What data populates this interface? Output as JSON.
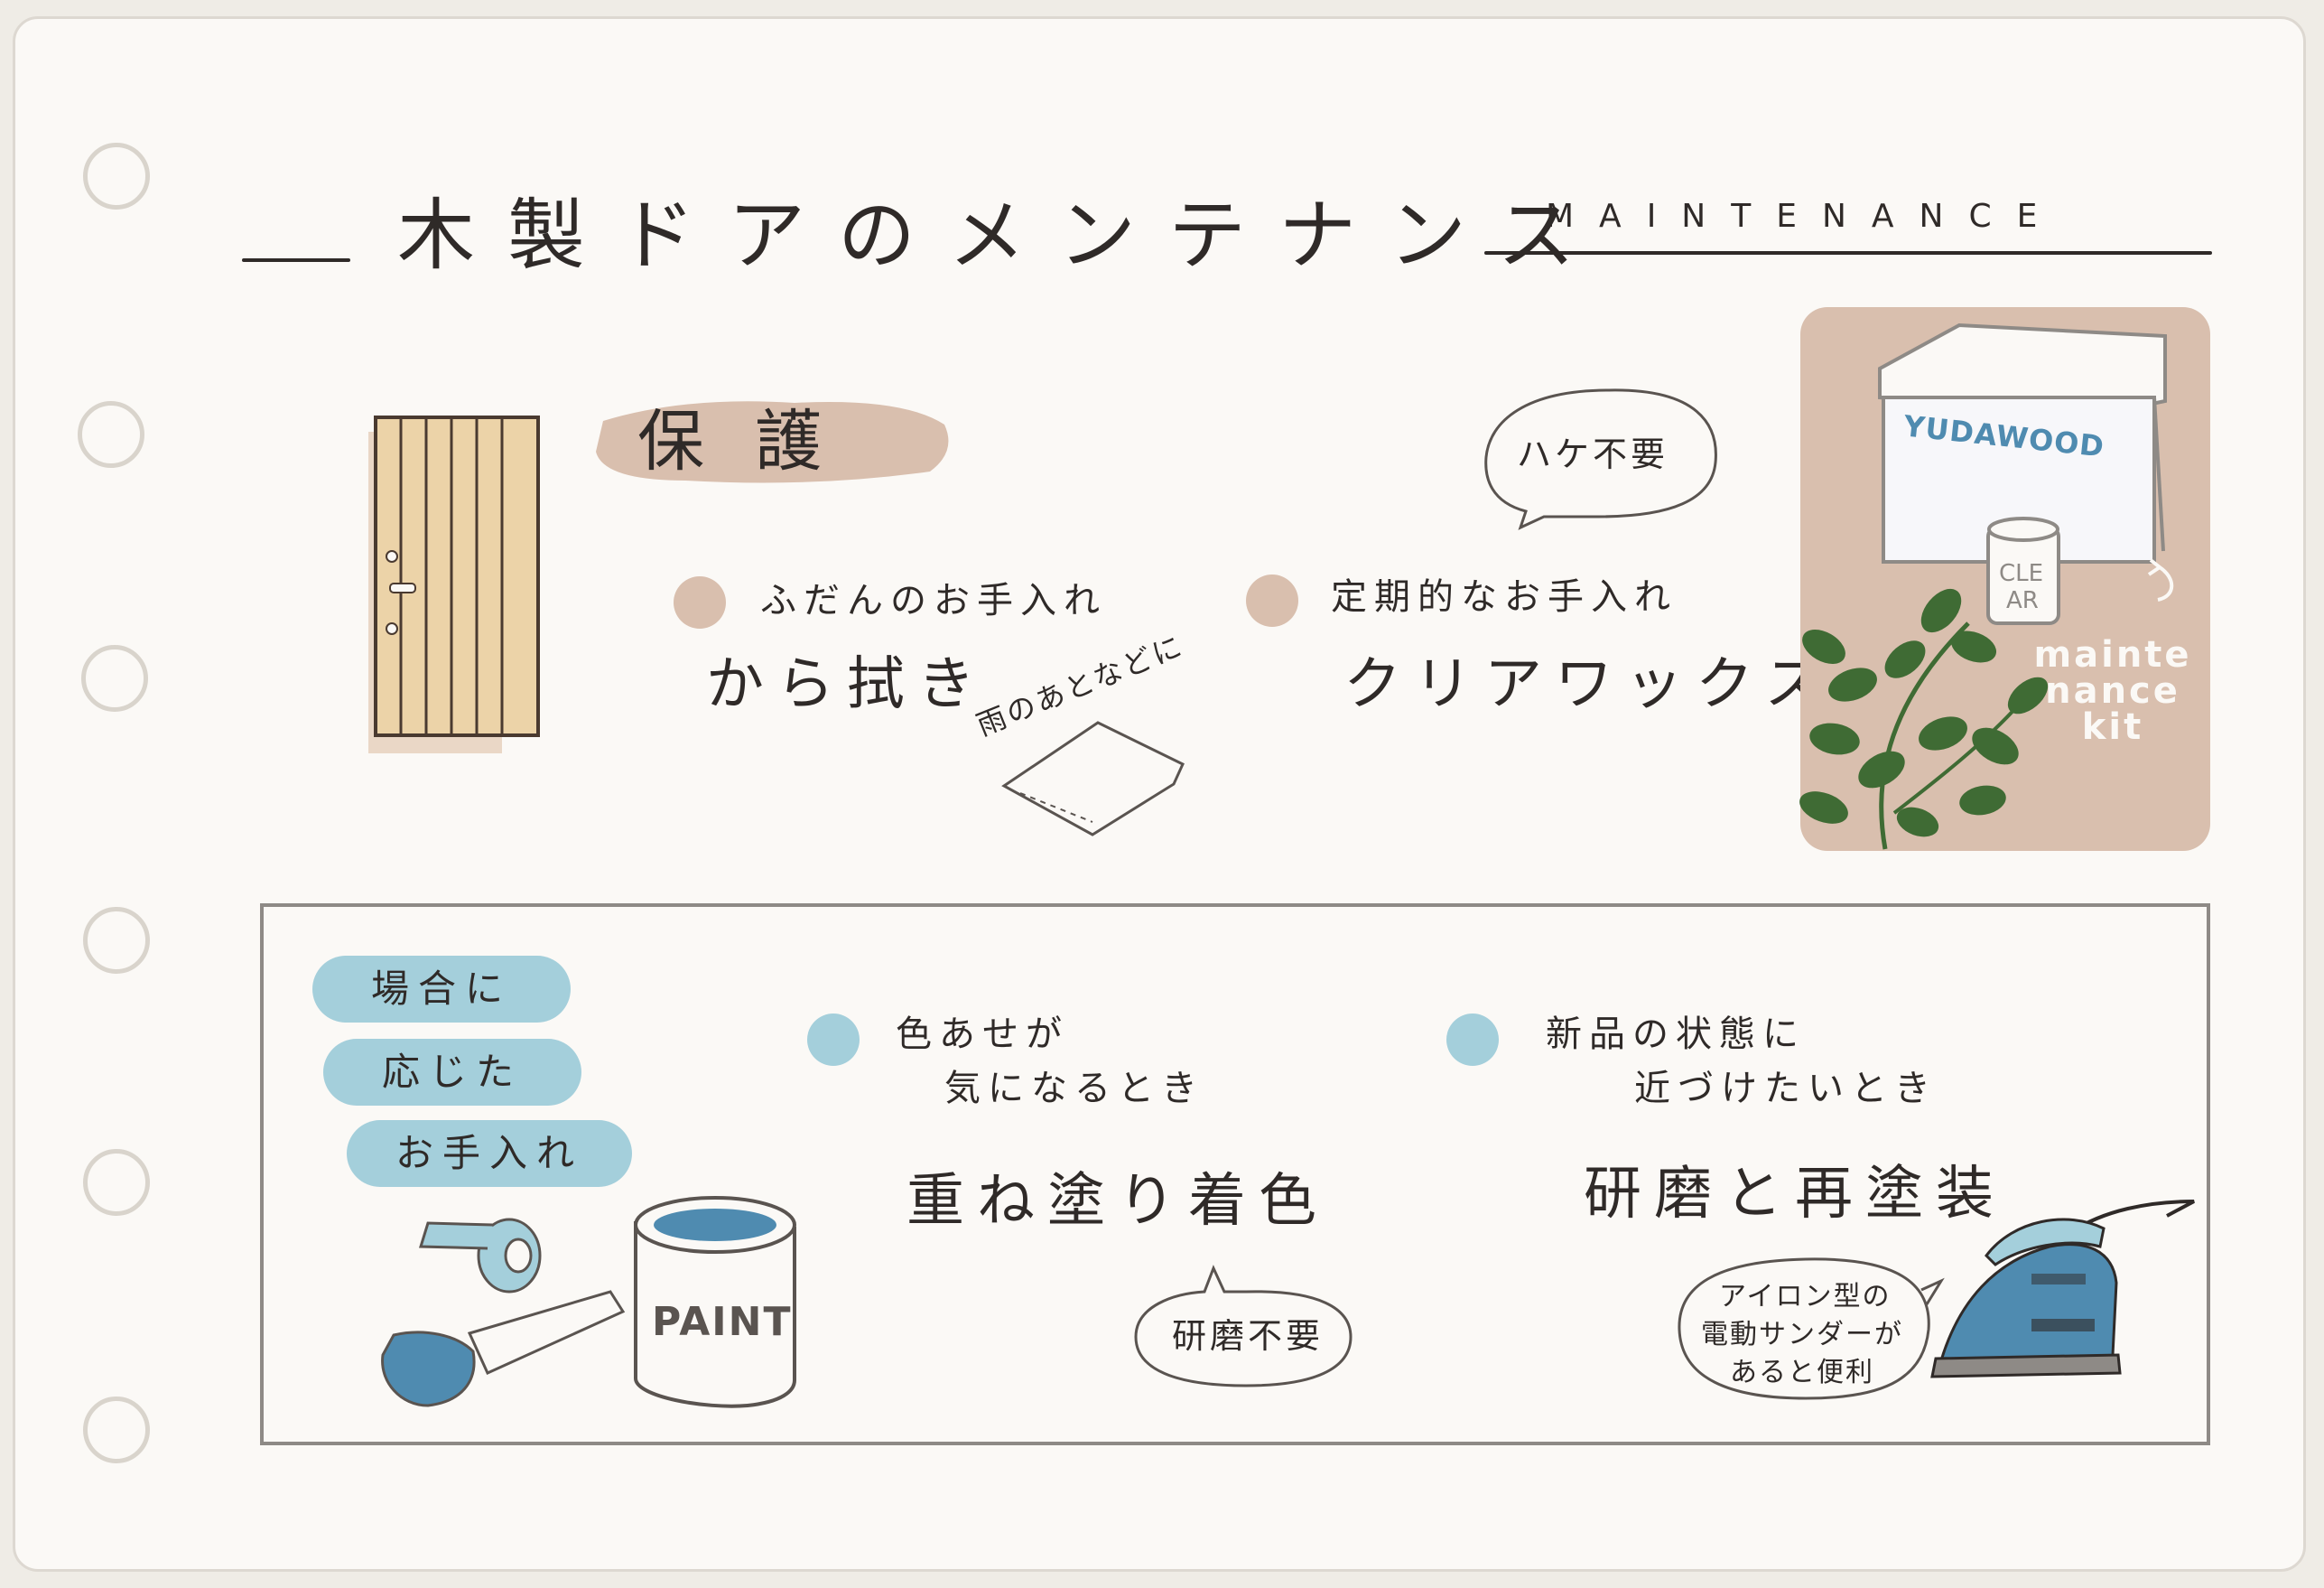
{
  "title": "木製ドアのメンテナンス",
  "title_en": "MAINTENANCE",
  "protection": {
    "heading": "保護",
    "daily": {
      "label": "ふだんのお手入れ",
      "method": "から拭き"
    },
    "periodic": {
      "label": "定期的なお手入れ",
      "method": "クリアワックス"
    },
    "cloth_note": "雨のあとなどに",
    "brush_note": "ハケ不要",
    "kit": {
      "box_brand": "YUDAWOOD",
      "can_line1": "CLE",
      "can_line2": "AR",
      "label_line1": "mainte",
      "label_line2": "nance",
      "label_line3": "kit"
    }
  },
  "situational": {
    "tags": [
      "場合に",
      "応じた",
      "お手入れ"
    ],
    "fade": {
      "label_line1": "色あせが",
      "label_line2": "気になるとき",
      "method": "重ね塗り着色"
    },
    "renew": {
      "label_line1": "新品の状態に",
      "label_line2": "近づけたいとき",
      "method": "研磨と再塗装"
    },
    "no_sanding_note": "研磨不要",
    "paint_can_label": "PAINT",
    "sander_note_line1": "アイロン型の",
    "sander_note_line2": "電動サンダーが",
    "sander_note_line3": "あると便利"
  },
  "colors": {
    "tan": "#d9bfae",
    "light_blue": "#a4cfdb",
    "steel_blue": "#4f8bb0",
    "leaf_green": "#3f6b34",
    "door_wood": "#ecd3a8",
    "ink": "#2f2a28"
  },
  "icons": [
    "wooden-door-icon",
    "cloth-icon",
    "maintenance-kit-box-icon",
    "clear-can-icon",
    "plant-icon",
    "tape-icon",
    "paintbrush-icon",
    "paint-can-icon",
    "iron-sander-icon"
  ]
}
